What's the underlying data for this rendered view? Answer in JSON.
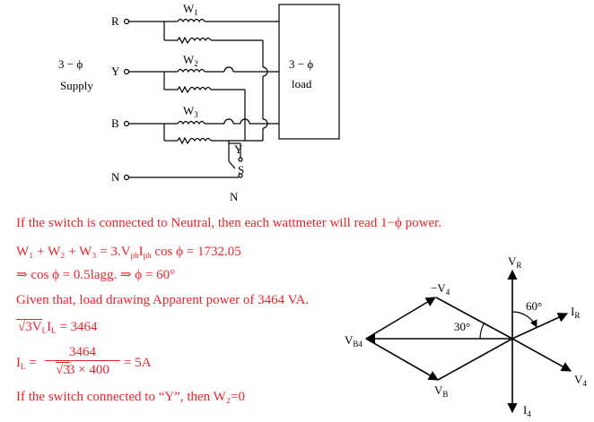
{
  "circuit": {
    "lines": {
      "R": "R",
      "Y": "Y",
      "B": "B",
      "N": "N"
    },
    "wattmeters": {
      "w1": "W",
      "w1_sub": "1",
      "w2": "W",
      "w2_sub": "2",
      "w3": "W",
      "w3_sub": "3"
    },
    "supply_label_1": "3 − ϕ",
    "supply_label_2": "Supply",
    "load_label_1": "3 − ϕ",
    "load_label_2": "load",
    "switch_labels": {
      "y": "Y",
      "s": "S",
      "n": "N"
    }
  },
  "solution": {
    "line1": "If the switch is connected to Neutral, then each wattmeter will read 1−ϕ power.",
    "line2_lhs": "W",
    "line2": "W₁ + W₂ + W₃ = 3.V",
    "line2_ph1": "ph",
    "line2_mid": "I",
    "line2_ph2": "ph",
    "line2_end": " cos ϕ = 1732.05",
    "line3": "⇒ cos ϕ = 0.5lagg. ⇒ ϕ = 60°",
    "line4": "Given that, load drawing Apparent power of 3464 VA.",
    "line5": "√3VₗIₗ = 3464",
    "line5_a": "3V",
    "line5_b": "I",
    "line5_end": " = 3464",
    "line6_lhs": "I",
    "line6_num": "3464",
    "line6_den": "3 × 400",
    "line6_end": "= 5A",
    "line7": "If the switch connected to “Y”, then  W₂=0"
  },
  "phasor": {
    "labels": {
      "vr": "V",
      "vr_sub": "R",
      "ir": "I",
      "ir_sub": "R",
      "v4": "V",
      "v4_sub": "4",
      "neg_v4": "−V",
      "neg_v4_sub": "4",
      "vb4": "V",
      "vb4_sub": "B4",
      "vb": "V",
      "vb_sub": "B",
      "i4": "I",
      "i4_sub": "4"
    },
    "angles": {
      "a60": "60°",
      "a30": "30°"
    }
  }
}
